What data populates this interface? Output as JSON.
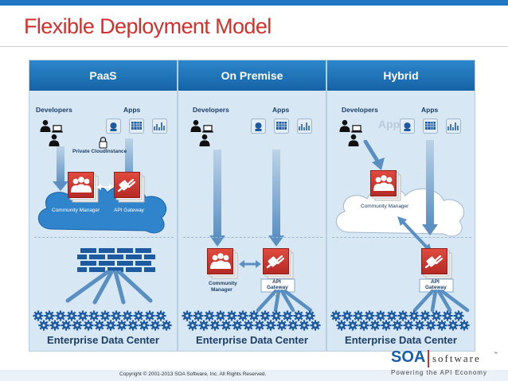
{
  "slide": {
    "title": "Flexible Deployment Model",
    "copyright": "Copyright © 2001-2013 SOA Software, Inc. All Rights Reserved."
  },
  "brand": {
    "name_part1": "SOA",
    "name_part2": "software",
    "trademark": "™",
    "tagline": "Powering the API Economy"
  },
  "panels": [
    {
      "heading": "PaaS",
      "developers_label": "Developers",
      "apps_label": "Apps",
      "cloud_label": "Private CloudInstance",
      "community_manager_label": "Community Manager",
      "api_gateway_label": "API Gateway",
      "footer_label": "Enterprise Data Center"
    },
    {
      "heading": "On Premise",
      "developers_label": "Developers",
      "apps_label": "Apps",
      "community_manager_label_line1": "Community",
      "community_manager_label_line2": "Manager",
      "api_gateway_label_line1": "API",
      "api_gateway_label_line2": "Gateway",
      "footer_label": "Enterprise Data Center"
    },
    {
      "heading": "Hybrid",
      "developers_label": "Developers",
      "apps_label": "Apps",
      "community_manager_label": "Community Manager",
      "api_gateway_label_line1": "API",
      "api_gateway_label_line2": "Gateway",
      "footer_label": "Enterprise Data Center",
      "overlay_fragment": "App"
    }
  ],
  "colors": {
    "accent_red": "#d0312d",
    "header_blue": "#1f77c4",
    "panel_bg": "#d7e7f4",
    "cloud_blue": "#2f84cc",
    "dark_navy": "#1c3f66"
  }
}
